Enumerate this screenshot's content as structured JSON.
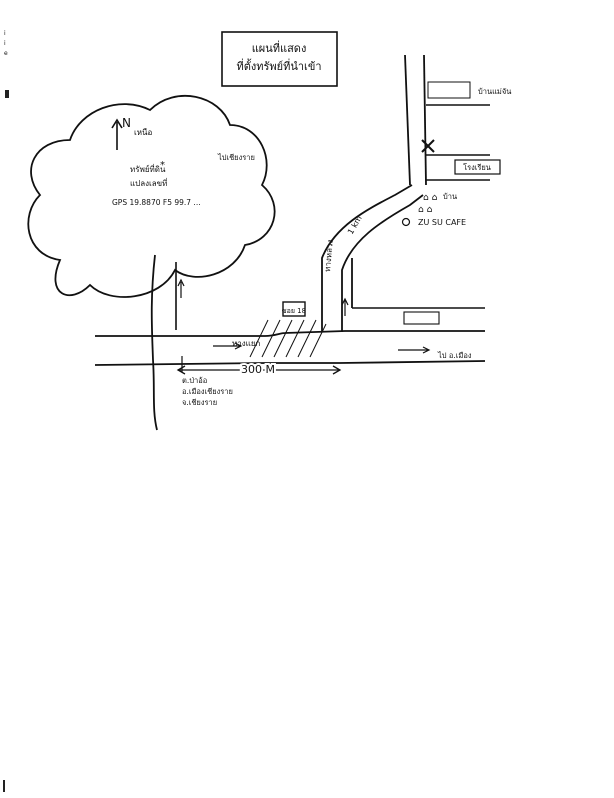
{
  "map": {
    "title_line1": "แผนที่แสดง",
    "title_line2": "ที่ตั้งทรัพย์ที่นำเข้า",
    "north_mark": "N",
    "north_word": "เหนือ",
    "property_label_line1": "ทรัพย์ที่ดิน",
    "property_label_line2": "แปลงเลขที่",
    "property_coords": "GPS 19.8870 F5 99.7 ...",
    "map_scale": "300 M",
    "road_upward_note": "ไปเชียงราย",
    "road_route_label": "ทางหลวง",
    "km_marker": "1 km",
    "junction_label": "ทางแยก",
    "soi_label": "ซอย 18",
    "cafe_label": "ZU SU CAFE",
    "house_label": "บ้าน",
    "school_label": "โรงเรียน",
    "right_road_label": "ไป อ.เมือง",
    "bottom_left_lines": [
      "ต.ป่าอ้อ",
      "อ.เมืองเชียงราย",
      "จ.เชียงราย"
    ],
    "top_right_label": "บ้านแม่จัน"
  }
}
